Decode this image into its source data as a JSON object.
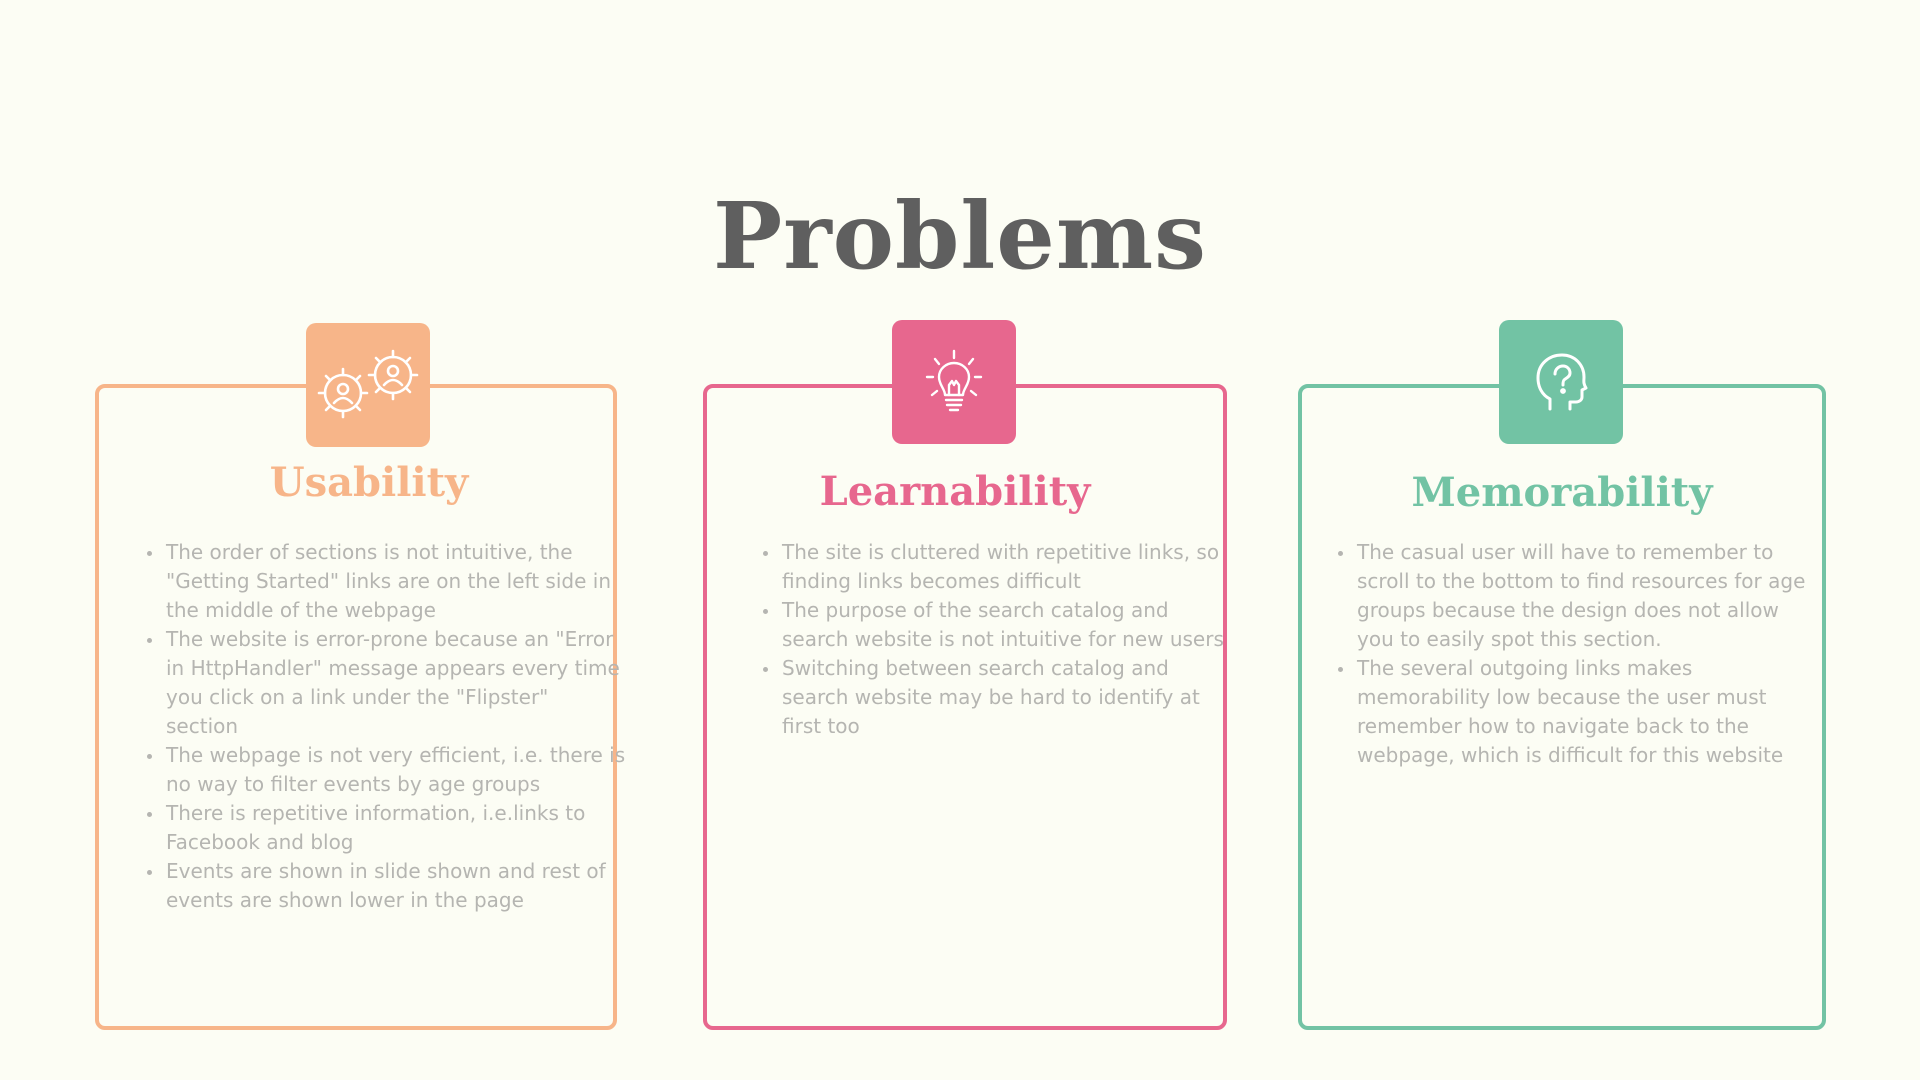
{
  "title": "Problems",
  "colors": {
    "background": "#fcfdf4",
    "title": "#5f5f5f",
    "body_text": "#b5b5b1",
    "usability": "#f7b589",
    "learnability": "#e7678e",
    "memorability": "#72c3a4"
  },
  "cards": [
    {
      "heading": "Usability",
      "icon": "gears-people-icon",
      "bullets": [
        "The order of sections is not intuitive, the \"Getting Started\" links are on the left side in the middle of the webpage",
        "The website is error-prone because an \"Error in HttpHandler\" message appears every time you click on a link under the \"Flipster\" section",
        "The webpage is not very efficient, i.e. there is no way to filter events by age groups",
        "There is repetitive information, i.e.links to Facebook and blog",
        "Events are shown in slide shown and rest of events are shown lower in the page"
      ]
    },
    {
      "heading": "Learnability",
      "icon": "lightbulb-icon",
      "bullets": [
        "The site is cluttered with repetitive links, so finding links becomes difficult",
        "The purpose of the search catalog and search website is not intuitive for new users",
        "Switching between search catalog and search website may be hard to identify at first too"
      ]
    },
    {
      "heading": "Memorability",
      "icon": "head-question-icon",
      "bullets": [
        "The casual user will have to remember to scroll to the bottom to find resources for age groups because the design does not allow you to easily spot this section.",
        "The several outgoing links makes memorability low because the user must remember how to navigate back to the webpage, which is difficult for this website"
      ]
    }
  ]
}
